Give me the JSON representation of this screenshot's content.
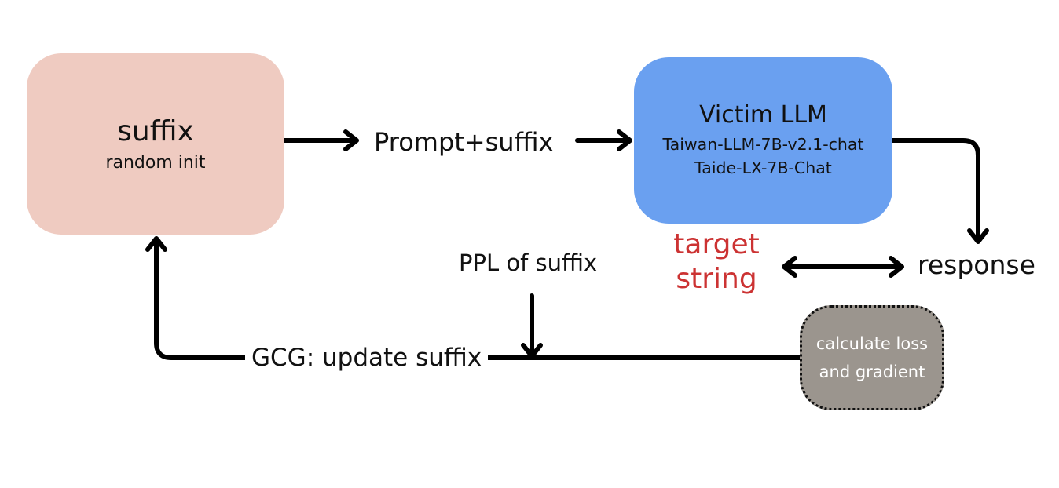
{
  "nodes": {
    "suffix": {
      "title": "suffix",
      "subtitle": "random init"
    },
    "victim": {
      "title": "Victim LLM",
      "model_1": "Taiwan-LLM-7B-v2.1-chat",
      "model_2": "Taide-LX-7B-Chat"
    },
    "calc": {
      "line_1": "calculate loss",
      "line_2": "and gradient"
    }
  },
  "labels": {
    "prompt": "Prompt+suffix",
    "ppl": "PPL of suffix",
    "gcg": "GCG: update suffix",
    "response": "response",
    "target_1": "target",
    "target_2": "string"
  },
  "colors": {
    "suffix_box": "#efcbc1",
    "victim_box": "#6aa0f0",
    "calc_box": "#9b958e",
    "target_text": "#cc3333",
    "arrow": "#000000"
  }
}
